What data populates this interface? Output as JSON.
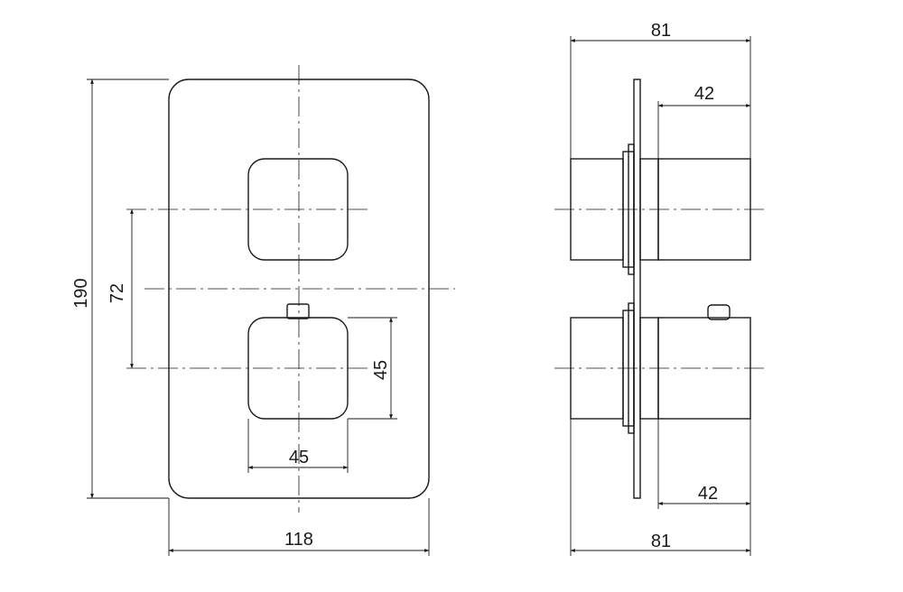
{
  "front_view": {
    "overall_height": "190",
    "overall_width": "118",
    "handle_spacing": "72",
    "handle_height": "45",
    "handle_width": "45"
  },
  "side_view": {
    "top_depth": "81",
    "top_handle_depth": "42",
    "bottom_handle_depth": "42",
    "bottom_depth": "81"
  },
  "colors": {
    "line": "#1a1a1a",
    "background": "#ffffff"
  }
}
